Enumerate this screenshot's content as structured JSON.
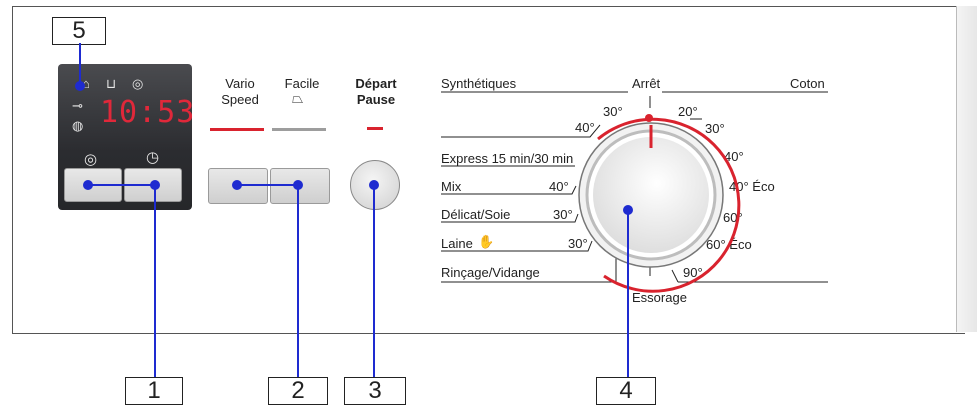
{
  "callouts": {
    "display": "5",
    "option_buttons": "1",
    "vario_buttons": "2",
    "start_button": "3",
    "dial": "4"
  },
  "display": {
    "time": "10:53",
    "icons": [
      "prewash-icon",
      "wash-tub-icon",
      "spin-icon",
      "key-icon",
      "drum-icon",
      "spiral-icon",
      "clock-icon"
    ]
  },
  "vario": {
    "line1": "Vario",
    "line2": "Speed"
  },
  "facile": {
    "label": "Facile"
  },
  "start": {
    "line1": "Départ",
    "line2": "Pause"
  },
  "dial": {
    "top_label": "Arrêt",
    "bottom_label": "Essorage",
    "left_title": "Synthétiques",
    "right_title": "Coton",
    "left_temps": {
      "t30": "30°",
      "t40": "40°"
    },
    "left_programs": [
      {
        "name": "Express 15 min/30 min",
        "temp": ""
      },
      {
        "name": "Mix",
        "temp": "40°"
      },
      {
        "name": "Délicat/Soie",
        "temp": "30°"
      },
      {
        "name": "Laine",
        "temp": "30°"
      },
      {
        "name": "Rinçage/Vidange",
        "temp": ""
      }
    ],
    "right_temps": [
      "20°",
      "30°",
      "40°",
      "40° Éco",
      "60°",
      "60° Éco",
      "90°"
    ]
  },
  "colors": {
    "accent_red": "#d9232e",
    "callout_line": "#1e2bd0"
  }
}
